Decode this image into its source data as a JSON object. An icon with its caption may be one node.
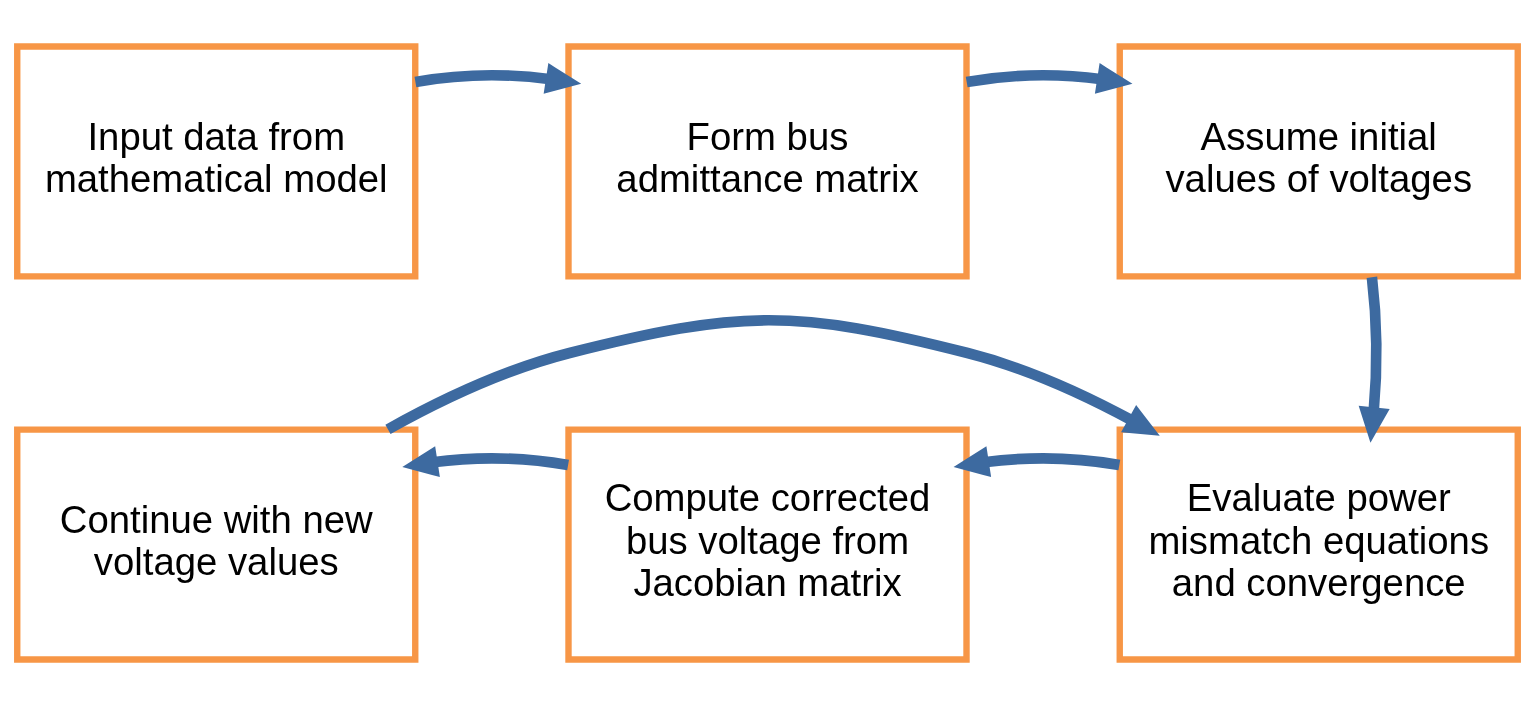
{
  "diagram": {
    "nodes": [
      {
        "text": [
          "Input data from mathematical model"
        ]
      },
      {
        "text": [
          "Form bus admittance matrix"
        ]
      },
      {
        "text": [
          "Assume initial values of voltages"
        ]
      },
      {
        "text": [
          "Continue with new voltage values"
        ]
      },
      {
        "text": [
          "Compute corrected bus voltage from Jacobian matrix"
        ]
      },
      {
        "text": [
          "Evaluate power mismatch equations and convergence"
        ]
      }
    ],
    "edges": [
      {
        "from": 0,
        "to": 1,
        "arrow": "to"
      },
      {
        "from": 1,
        "to": 2,
        "arrow": "to"
      },
      {
        "from": 2,
        "to": 5,
        "arrow": "to"
      },
      {
        "from": 5,
        "to": 4,
        "arrow": "to"
      },
      {
        "from": 4,
        "to": 3,
        "arrow": "to"
      },
      {
        "from": 3,
        "to": 5,
        "arrow": "to"
      }
    ]
  }
}
